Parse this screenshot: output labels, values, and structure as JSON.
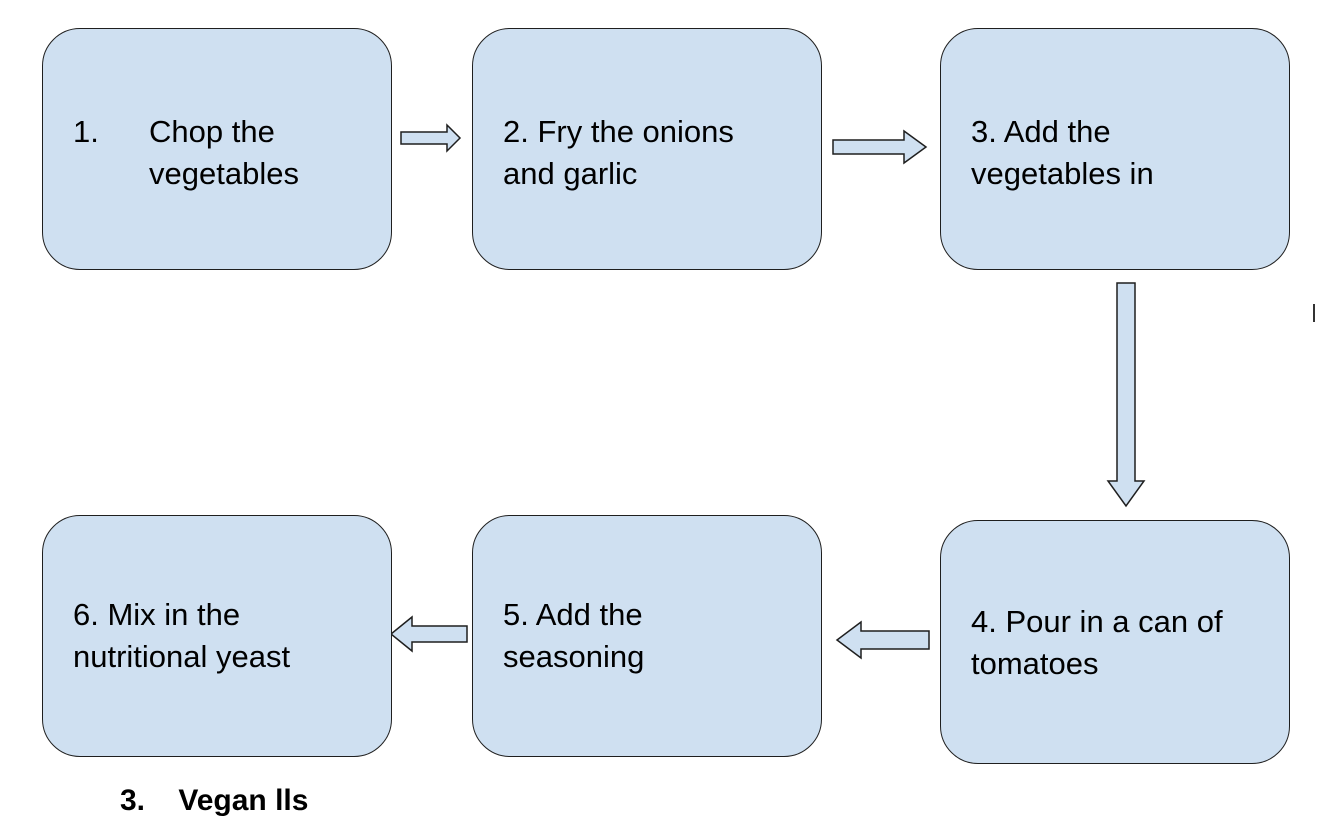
{
  "diagram": {
    "steps": [
      {
        "id": 1,
        "number": "1.",
        "lines": [
          "Chop the",
          "vegetables"
        ]
      },
      {
        "id": 2,
        "lines": [
          "2. Fry the onions",
          "and garlic"
        ]
      },
      {
        "id": 3,
        "lines": [
          "3. Add the",
          "vegetables in"
        ]
      },
      {
        "id": 4,
        "lines": [
          "4. Pour in a can of",
          "tomatoes"
        ]
      },
      {
        "id": 5,
        "lines": [
          "5. Add the",
          "seasoning"
        ]
      },
      {
        "id": 6,
        "lines": [
          "6. Mix in the",
          "nutritional yeast"
        ]
      }
    ],
    "connections": [
      {
        "from": 1,
        "to": 2,
        "direction": "right"
      },
      {
        "from": 2,
        "to": 3,
        "direction": "right"
      },
      {
        "from": 3,
        "to": 4,
        "direction": "down"
      },
      {
        "from": 4,
        "to": 5,
        "direction": "left"
      },
      {
        "from": 5,
        "to": 6,
        "direction": "left"
      }
    ],
    "colors": {
      "box_fill": "#cfe0f1",
      "box_stroke": "#1f1f1f",
      "text": "#000000",
      "background": "#ffffff"
    }
  },
  "stray_mark": "I",
  "cut_off_text": "3.    Vegan lls"
}
